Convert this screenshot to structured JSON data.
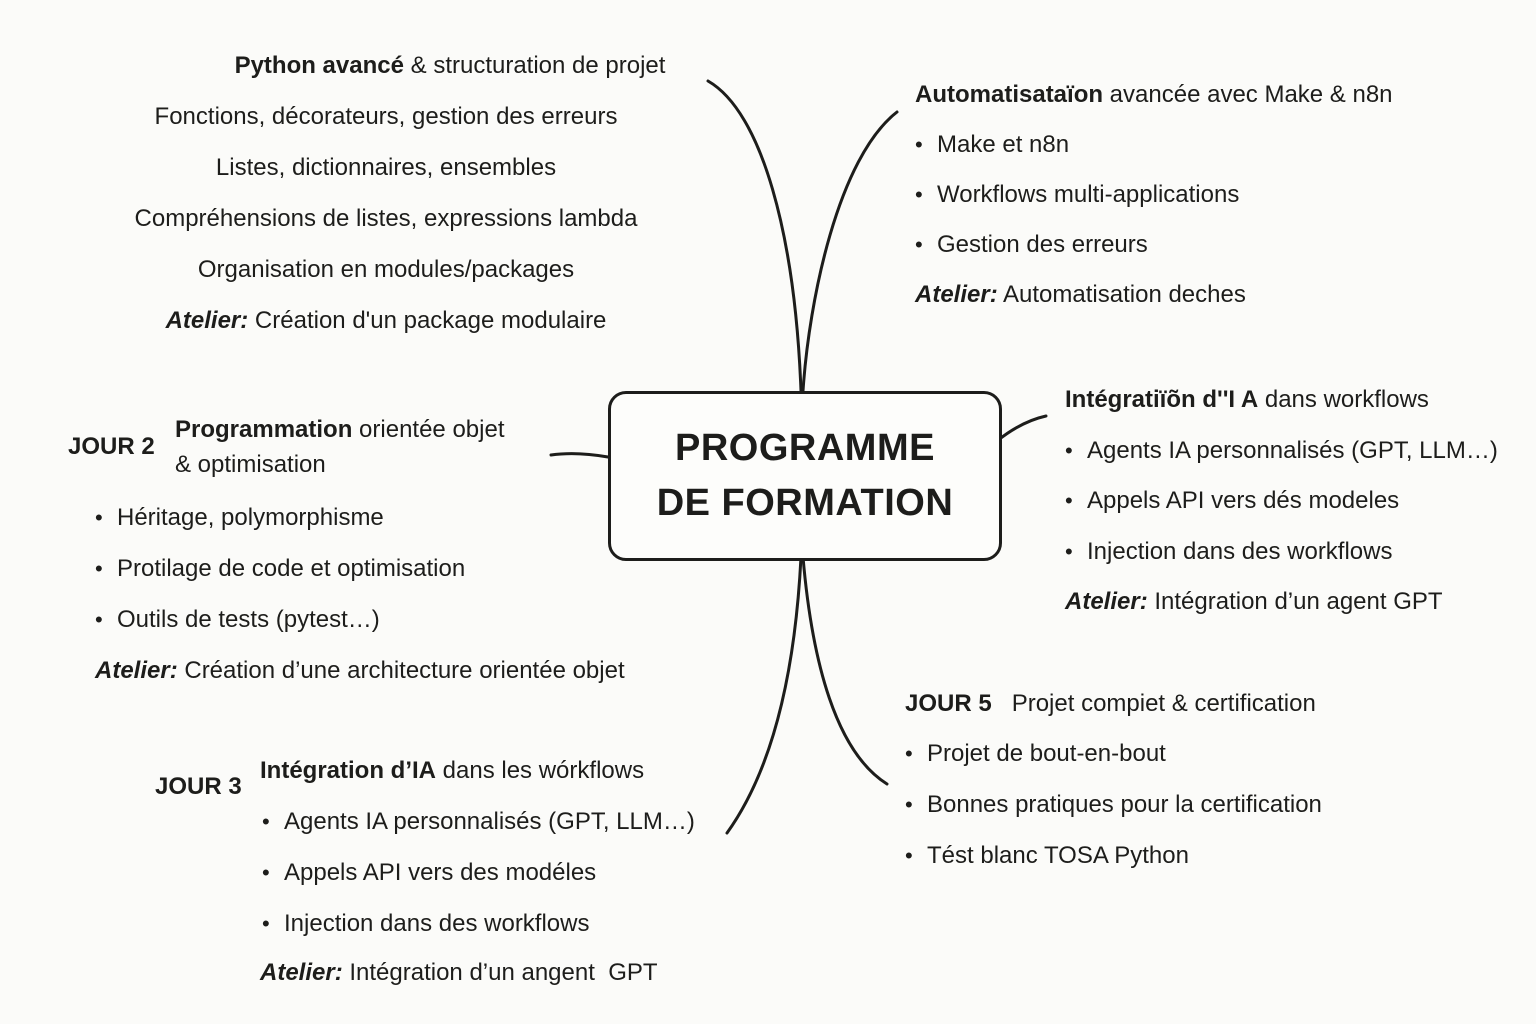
{
  "center_node": {
    "line1": "PROGRAMME",
    "line2": "DE FORMATION"
  },
  "ui": {
    "bullet": "•"
  },
  "branches": {
    "python_avance": {
      "heading_bold": "Python avancé",
      "heading_rest": " & structuration de projet",
      "items": [
        "Fonctions, décorateurs, gestion des erreurs",
        "Listes, dictionnaires, ensembles",
        "Compréhensions de listes, expressions lambda",
        "Organisation en modules/packages"
      ],
      "atelier_label": "Atelier:",
      "atelier_text": " Création d'un package modulaire"
    },
    "automatisation": {
      "heading_bold": "Automatisataïon",
      "heading_rest": " avancée avec Make & n8n",
      "items": [
        "Make et n8n",
        "Workflows multi-applications",
        "Gestion des erreurs"
      ],
      "atelier_label": "Atelier:",
      "atelier_text": " Automatisation deches"
    },
    "jour2": {
      "day_label": "JOUR 2",
      "heading_bold": "Programmation",
      "heading_rest": " orientée objet",
      "heading_line2": "& optimisation",
      "items": [
        "Héritage, polymorphisme",
        "Protilage de code et optimisation",
        "Outils de tests (pytest…)"
      ],
      "atelier_label": "Atelier:",
      "atelier_text": " Création d’une architecture orientée objet"
    },
    "integration_ia_droite": {
      "heading_bold": "Intégratiïõn d''I A",
      "heading_rest": " dans workflows",
      "items": [
        "Agents IA personnalisés (GPT, LLM…)",
        "Appels API vers dés modeles",
        "Injection dans des workflows"
      ],
      "atelier_label": "Atelier:",
      "atelier_text": " Intégration d’un agent GPT"
    },
    "jour3": {
      "day_label": "JOUR 3",
      "heading_bold": "Intégration d’IA",
      "heading_rest": " dans les wórkflows",
      "items": [
        "Agents IA personnalisés (GPT, LLM…)",
        "Appels API vers des modéles",
        "Injection dans des workflows"
      ],
      "atelier_label": "Atelier:",
      "atelier_text": " Intégration d’un angent  GPT"
    },
    "jour5": {
      "day_label": "JOUR 5",
      "heading_rest": "Projet compiet & certification",
      "items": [
        "Projet de bout-en-bout",
        "Bonnes pratiques pour la certification",
        "Tést blanc TOSA Python"
      ]
    }
  },
  "colors": {
    "background": "#fbfbf9",
    "text": "#1d1d1b",
    "line": "#1d1d1b",
    "node_fill": "#fdfdfb",
    "node_border": "#1d1d1b"
  }
}
